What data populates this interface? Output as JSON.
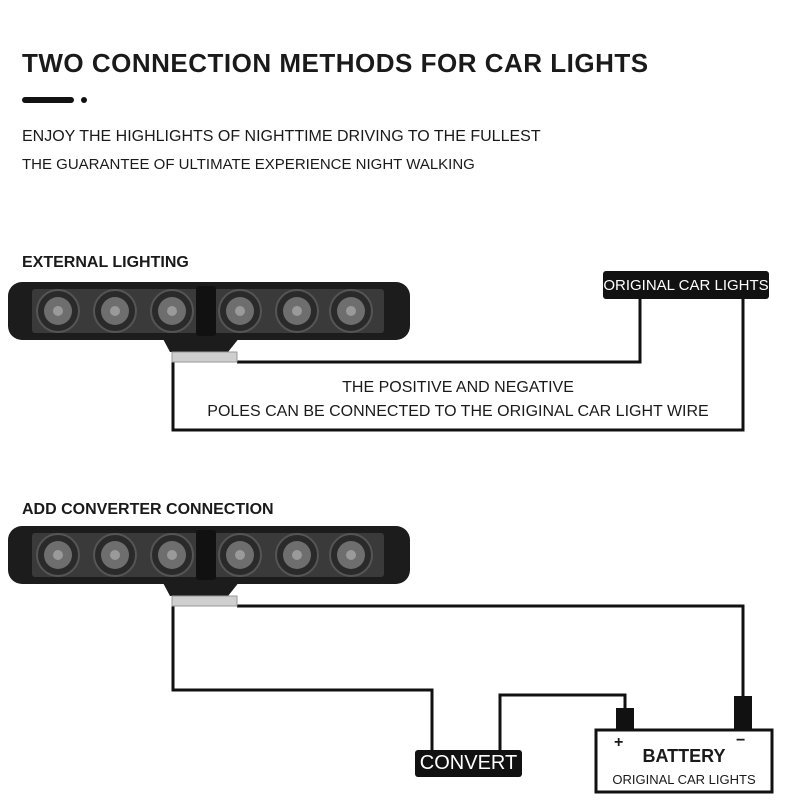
{
  "title": "TWO CONNECTION METHODS FOR CAR LIGHTS",
  "subtitle_lines": [
    "ENJOY THE HIGHLIGHTS OF NIGHTTIME DRIVING TO THE FULLEST",
    "THE GUARANTEE OF ULTIMATE EXPERIENCE NIGHT WALKING"
  ],
  "section1": {
    "heading": "EXTERNAL LIGHTING",
    "box_label": "ORIGINAL CAR LIGHTS",
    "note_lines": [
      "THE POSITIVE AND NEGATIVE",
      "POLES CAN BE CONNECTED TO THE ORIGINAL CAR LIGHT WIRE"
    ]
  },
  "section2": {
    "heading": "ADD CONVERTER CONNECTION",
    "convert_label": "CONVERT",
    "battery": {
      "plus": "+",
      "minus": "−",
      "label": "BATTERY",
      "sublabel": "ORIGINAL CAR LIGHTS"
    }
  },
  "light_bar": {
    "led_count": 6
  },
  "colors": {
    "wire": "#111111",
    "housing": "#1c1c1c",
    "led": "#6e6e6e",
    "bracket": "#cfcfcf"
  }
}
